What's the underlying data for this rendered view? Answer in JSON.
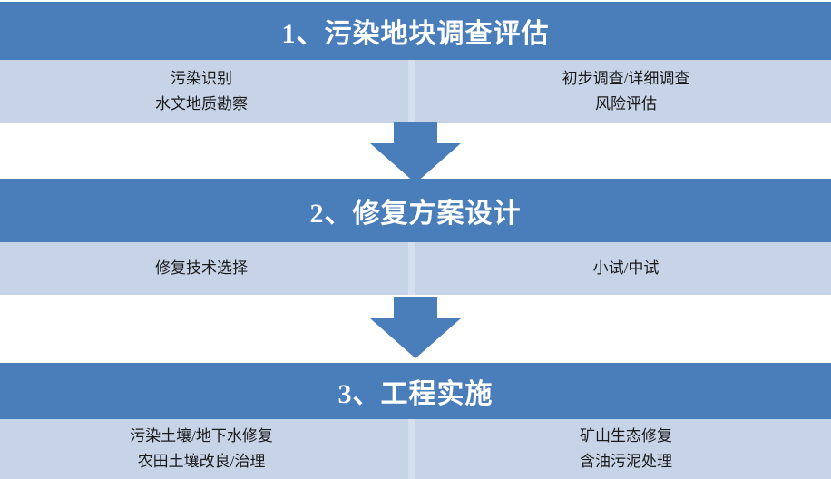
{
  "colors": {
    "header_blue": "#4a7ebb",
    "body_light_blue": "#c7d3e6",
    "divider": "#d6dfee",
    "page_background": "#ffffff",
    "header_text": "#ffffff",
    "body_text": "#1a1a1a"
  },
  "stages": [
    {
      "title": "1、污染地块调查评估",
      "columns": [
        {
          "items": [
            "污染识别",
            "水文地质勘察"
          ]
        },
        {
          "items": [
            "初步调查/详细调查",
            "风险评估"
          ]
        }
      ]
    },
    {
      "title": "2、修复方案设计",
      "columns": [
        {
          "items": [
            "修复技术选择"
          ]
        },
        {
          "items": [
            "小试/中试"
          ]
        }
      ]
    },
    {
      "title": "3、工程实施",
      "columns": [
        {
          "items": [
            "污染土壤/地下水修复",
            "农田土壤改良/治理"
          ]
        },
        {
          "items": [
            "矿山生态修复",
            "含油污泥处理"
          ]
        }
      ]
    }
  ],
  "connectors": [
    {
      "icon": "down-arrow-icon"
    },
    {
      "icon": "down-arrow-icon"
    }
  ]
}
